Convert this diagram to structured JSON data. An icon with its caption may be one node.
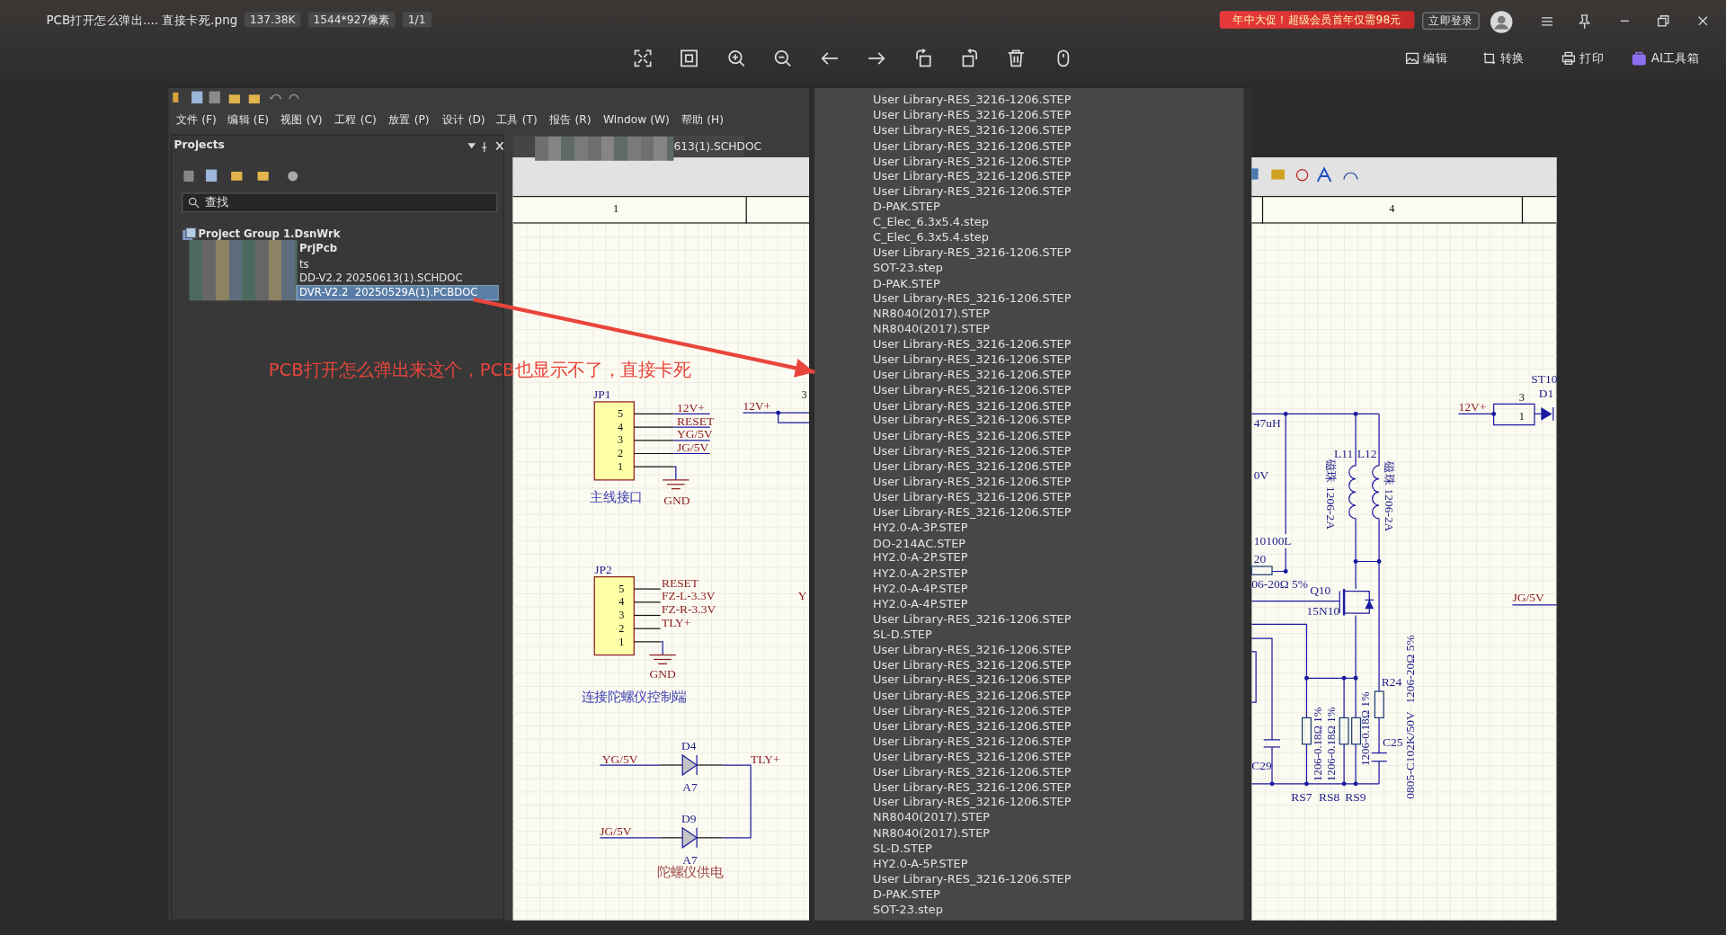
{
  "diagram": {
    "nodes": [
      {
        "text": [
          "DVR-V2.2  20250529A(1).PCBDOC"
        ]
      },
      {
        "text": [
          "User Library-RES_3216-1206.STEP",
          "User Library-RES_3216-1206.STEP",
          "User Library-RES_3216-1206.STEP",
          "User Library-RES_3216-1206.STEP",
          "User Library-RES_3216-1206.STEP",
          "User Library-RES_3216-1206.STEP",
          "User Library-RES_3216-1206.STEP",
          "D-PAK.STEP",
          "C_Elec_6.3x5.4.step",
          "C_Elec_6.3x5.4.step",
          "User Library-RES_3216-1206.STEP",
          "SOT-23.step",
          "D-PAK.STEP",
          "User Library-RES_3216-1206.STEP",
          "NR8040(2017).STEP",
          "NR8040(2017).STEP",
          "User Library-RES_3216-1206.STEP",
          "User Library-RES_3216-1206.STEP",
          "User Library-RES_3216-1206.STEP",
          "User Library-RES_3216-1206.STEP",
          "User Library-RES_3216-1206.STEP",
          "User Library-RES_3216-1206.STEP",
          "User Library-RES_3216-1206.STEP",
          "User Library-RES_3216-1206.STEP",
          "User Library-RES_3216-1206.STEP",
          "User Library-RES_3216-1206.STEP",
          "User Library-RES_3216-1206.STEP",
          "User Library-RES_3216-1206.STEP",
          "HY2.0-A-3P.STEP",
          "DO-214AC.STEP",
          "HY2.0-A-2P.STEP",
          "HY2.0-A-2P.STEP",
          "HY2.0-A-4P.STEP",
          "HY2.0-A-4P.STEP",
          "User Library-RES_3216-1206.STEP",
          "SL-D.STEP",
          "User Library-RES_3216-1206.STEP",
          "User Library-RES_3216-1206.STEP",
          "User Library-RES_3216-1206.STEP",
          "User Library-RES_3216-1206.STEP",
          "User Library-RES_3216-1206.STEP",
          "User Library-RES_3216-1206.STEP",
          "User Library-RES_3216-1206.STEP",
          "User Library-RES_3216-1206.STEP",
          "User Library-RES_3216-1206.STEP",
          "User Library-RES_3216-1206.STEP",
          "User Library-RES_3216-1206.STEP",
          "NR8040(2017).STEP",
          "NR8040(2017).STEP",
          "SL-D.STEP",
          "HY2.0-A-5P.STEP",
          "User Library-RES_3216-1206.STEP",
          "D-PAK.STEP",
          "SOT-23.step"
        ]
      }
    ],
    "edges": [
      {
        "from": 0,
        "to": 1,
        "arrow": "to",
        "label": "PCB打开怎么弹出来这个，PCB也显示不了，直接卡死",
        "color": "#e8453c"
      }
    ],
    "labels": [
      "PCB打开怎么弹出.... 直接卡死.png",
      "137.38K",
      "1544*927像素",
      "1/1",
      "年中大促！超级会员首年仅需98元",
      "立即登录",
      "编辑",
      "转换",
      "打印",
      "AI工具箱",
      "文件 (F)",
      "编辑 (E)",
      "视图 (V)",
      "工程 (C)",
      "放置 (P)",
      "设计 (D)",
      "工具 (T)",
      "报告 (R)",
      "Window (W)",
      "帮助 (H)",
      "Projects",
      "查找",
      "Project Group 1.DsnWrk",
      "PrjPcb",
      "ts",
      "DD-V2.2 20250613(1).SCHDOC",
      "613(1).SCHDOC",
      "1",
      "4",
      "JP1",
      "5",
      "4",
      "3",
      "2",
      "1",
      "12V+",
      "RESET",
      "YG/5V",
      "JG/5V",
      "GND",
      "主线接口",
      "12V+",
      "3",
      "JP2",
      "5",
      "4",
      "3",
      "2",
      "1",
      "RESET",
      "FZ-L-3.3V",
      "FZ-R-3.3V",
      "TLY+",
      "GND",
      "连接陀螺仪控制端",
      "Y",
      "D4",
      "YG/5V",
      "TLY+",
      "A7",
      "D9",
      "JG/5V",
      "A7",
      "陀螺仪供电",
      "47uH",
      "0V",
      "10100L",
      "20",
      "06-20Ω 5%",
      "L11",
      "L12",
      "磁珠 1206-2A",
      "磁珠 1206-2A",
      "Q10",
      "15N10",
      "R24",
      "1206-20Ω 5%",
      "1206-0.18Ω 1%",
      "1206-0.18Ω 1%",
      "1206-0.18Ω 1%",
      "C25",
      "0805-C102K/50V",
      "C29",
      "RS7",
      "RS8",
      "RS9",
      "ST10",
      "D1",
      "3",
      "1",
      "12V+",
      "JG/5V"
    ]
  }
}
